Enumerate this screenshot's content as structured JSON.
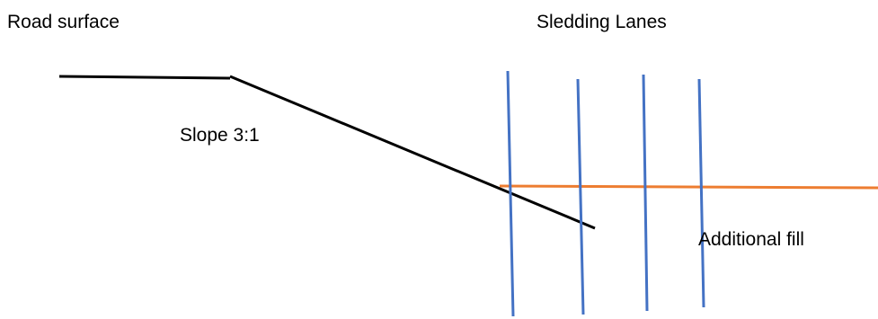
{
  "labels": {
    "road_surface": "Road surface",
    "sledding_lanes": "Sledding Lanes",
    "slope": "Slope 3:1",
    "additional_fill": "Additional fill"
  },
  "colors": {
    "road_and_slope": "#000000",
    "fill_line": "#ED7D31",
    "lane_lines": "#4472C4"
  }
}
